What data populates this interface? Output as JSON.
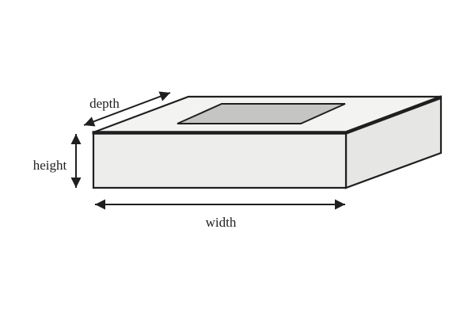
{
  "diagram": {
    "type": "3d-box-dimension-diagram",
    "labels": {
      "depth": "depth",
      "height": "height",
      "width": "width"
    },
    "colors": {
      "background": "#ffffff",
      "outline": "#1f1f1f",
      "text": "#1f1f1f",
      "arrow": "#1f1f1f",
      "top_face": "#f3f3f1",
      "front_face": "#ededeb",
      "right_face": "#e6e6e4",
      "inset_panel": "#c5c5c3"
    }
  }
}
